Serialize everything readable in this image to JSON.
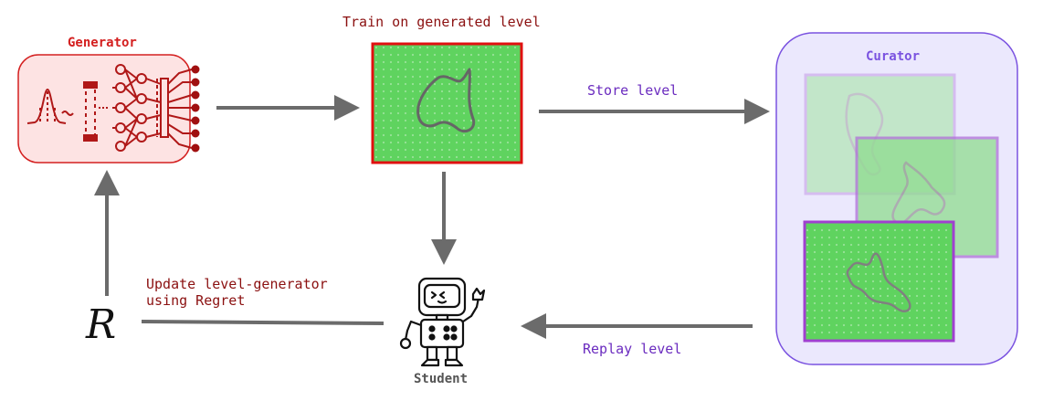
{
  "labels": {
    "generator": "Generator",
    "curator": "Curator",
    "student": "Student",
    "train": "Train on generated level",
    "store": "Store level",
    "replay": "Replay level",
    "update_line1": "Update level-generator",
    "update_line2": "using Regret",
    "regret_symbol": "R"
  },
  "icons": {
    "generator_network": "neural-network-icon",
    "distribution": "gaussian-curve-icon",
    "student_robot": "robot-icon"
  },
  "colors": {
    "generator_accent": "#d42020",
    "generator_fill": "#fde3e3",
    "curator_accent": "#7a52e0",
    "curator_fill": "#ebe8fd",
    "level_green": "#5fd35f",
    "level_border_current": "#e01010",
    "level_border_stored": "#a040d0",
    "arrow": "#6b6b6b"
  }
}
